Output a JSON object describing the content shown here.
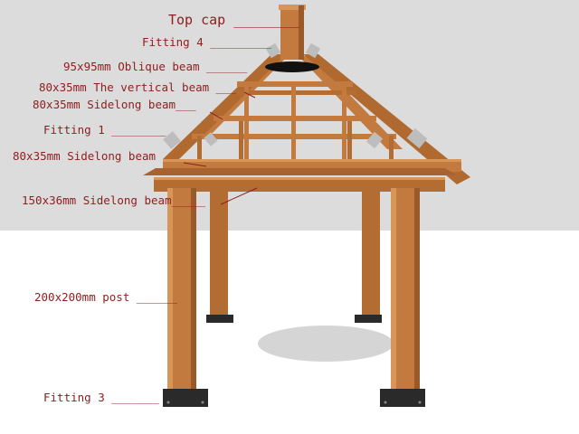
{
  "labels": {
    "top_cap": "Top cap ________",
    "fitting_4": "Fitting 4 _________",
    "oblique_beam": "95x95mm Oblique beam ______",
    "vertical_beam": "80x35mm The vertical beam ___",
    "sidelong_beam_upper": "80x35mm Sidelong beam___",
    "fitting_1": "Fitting 1 ________",
    "sidelong_beam_lower": "80x35mm Sidelong beam",
    "sidelong_beam_main": "150x36mm Sidelong beam_____",
    "post": "200x200mm post ______",
    "fitting_3": "Fitting 3 _______"
  },
  "colors": {
    "wall": "#dcdcdc",
    "floor": "#ffffff",
    "wood": "#c27a3e",
    "wood_dark": "#9a5a28",
    "wood_light": "#d89558",
    "metal": "#2a2a2a",
    "bracket": "#bdbdbd",
    "label": "#8e1e1e"
  }
}
